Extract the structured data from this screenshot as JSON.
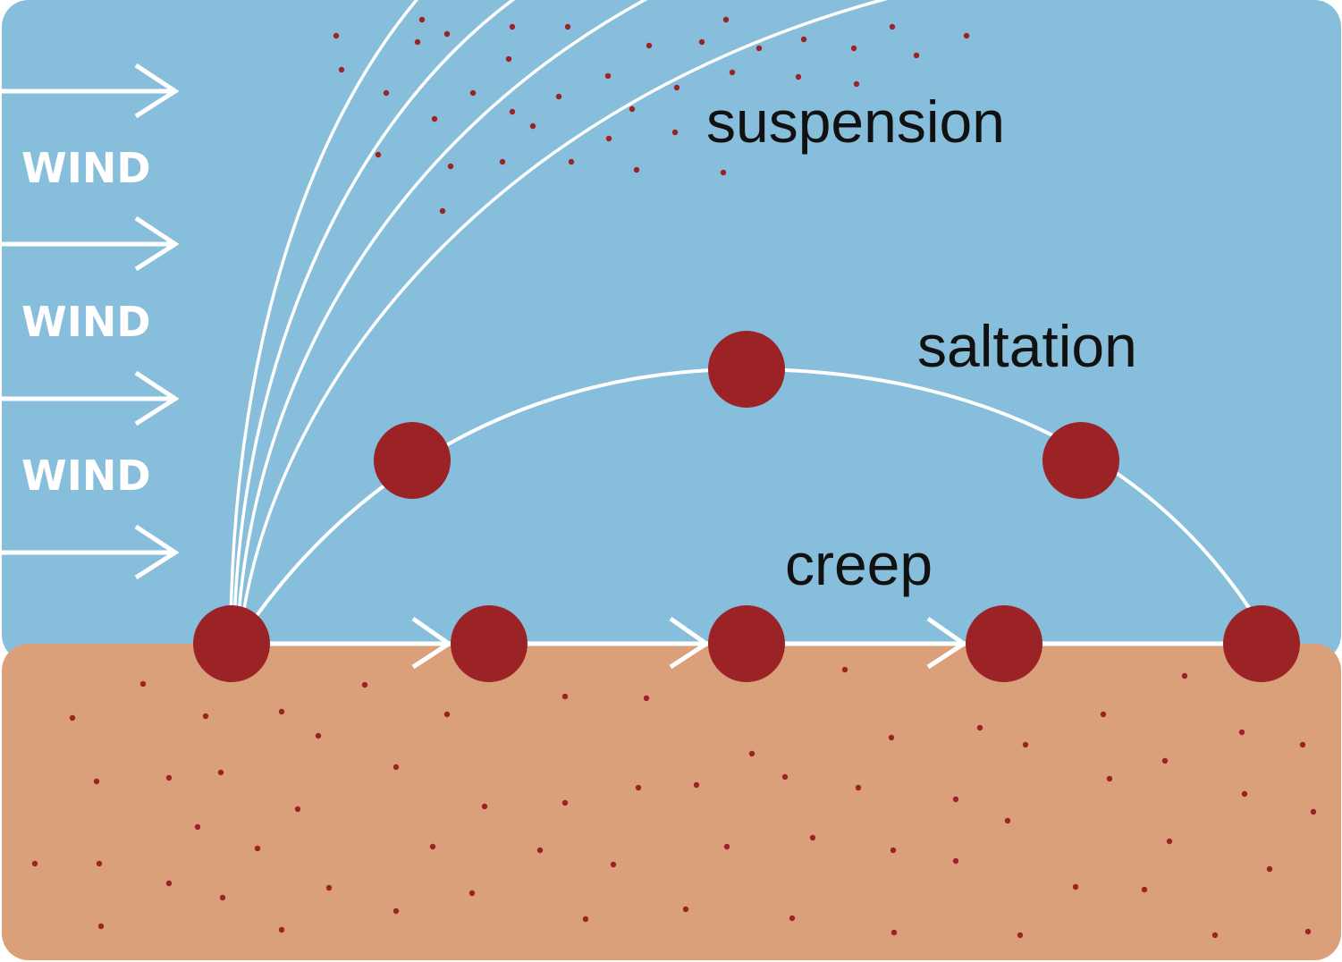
{
  "colors": {
    "sky": "#87bedb",
    "ground": "#daa07a",
    "particle": "#9b2325",
    "line": "#ffffff",
    "label": "#111111"
  },
  "wind": {
    "labels": [
      "WIND",
      "WIND",
      "WIND"
    ],
    "arrow_icon": "arrow-right-icon"
  },
  "transport": {
    "suspension": "suspension",
    "saltation": "saltation",
    "creep": "creep"
  }
}
